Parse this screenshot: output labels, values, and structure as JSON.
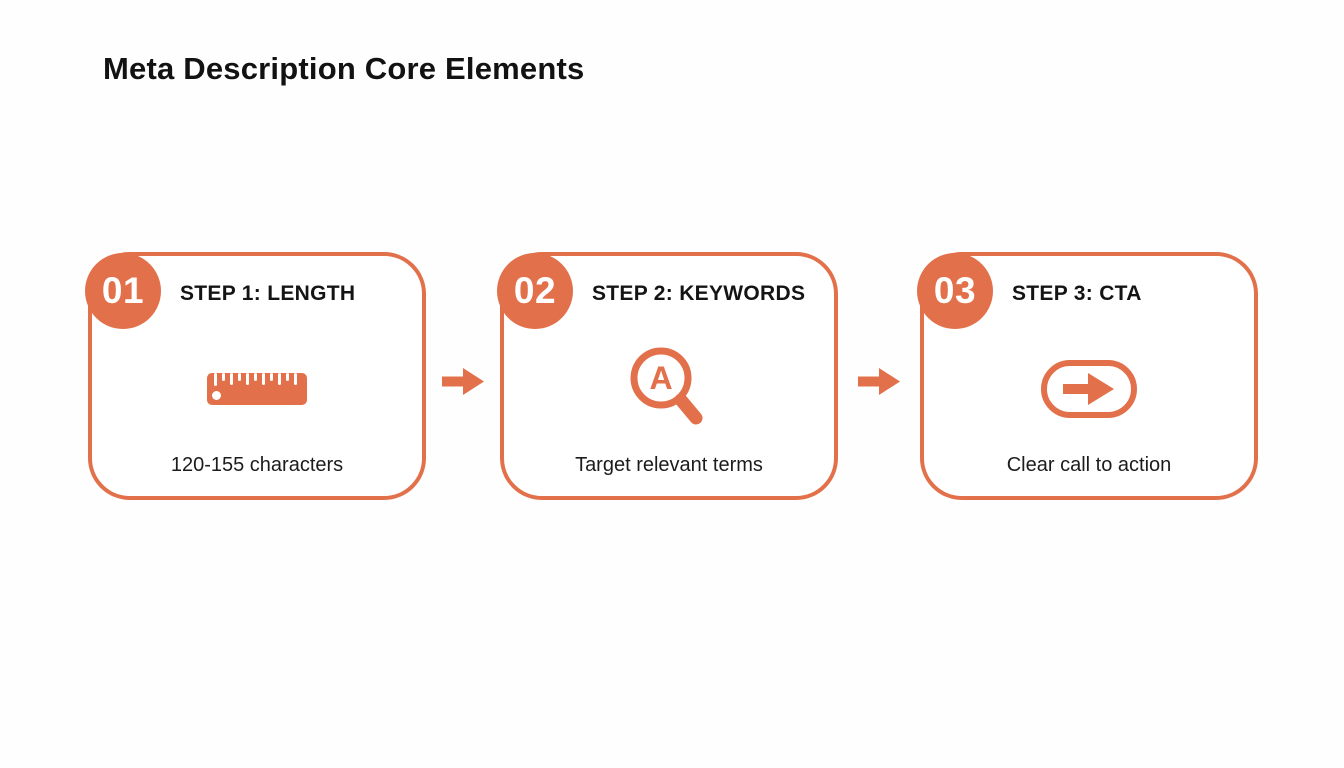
{
  "title": "Meta Description Core Elements",
  "accent_color": "#E2704A",
  "steps": [
    {
      "number": "01",
      "title": "STEP 1: LENGTH",
      "caption": "120-155 characters",
      "icon": "ruler-icon"
    },
    {
      "number": "02",
      "title": "STEP 2: KEYWORDS",
      "caption": "Target relevant terms",
      "icon": "magnifier-letter-icon"
    },
    {
      "number": "03",
      "title": "STEP 3: CTA",
      "caption": "Clear call to action",
      "icon": "arrow-pill-icon"
    }
  ],
  "magnifier_letter": "A"
}
